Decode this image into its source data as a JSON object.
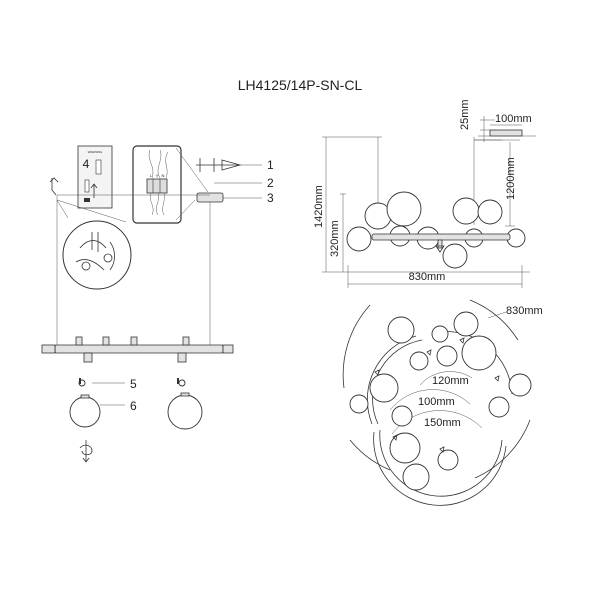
{
  "model": "LH4125/14P-SN-CL",
  "callouts": [
    "1",
    "2",
    "3",
    "5",
    "6"
  ],
  "warning_box": {
    "heading": "WARNING",
    "number": "4"
  },
  "wiring_box": {
    "terminals": [
      "L",
      "⏚",
      "N"
    ]
  },
  "dimensions": {
    "top_25": "25mm",
    "top_100": "100mm",
    "height_1420": "1420mm",
    "height_1200": "1200mm",
    "height_320": "320mm",
    "width_830": "830mm",
    "plan_830": "830mm",
    "plan_120": "120mm",
    "plan_100": "100mm",
    "plan_150": "150mm"
  }
}
